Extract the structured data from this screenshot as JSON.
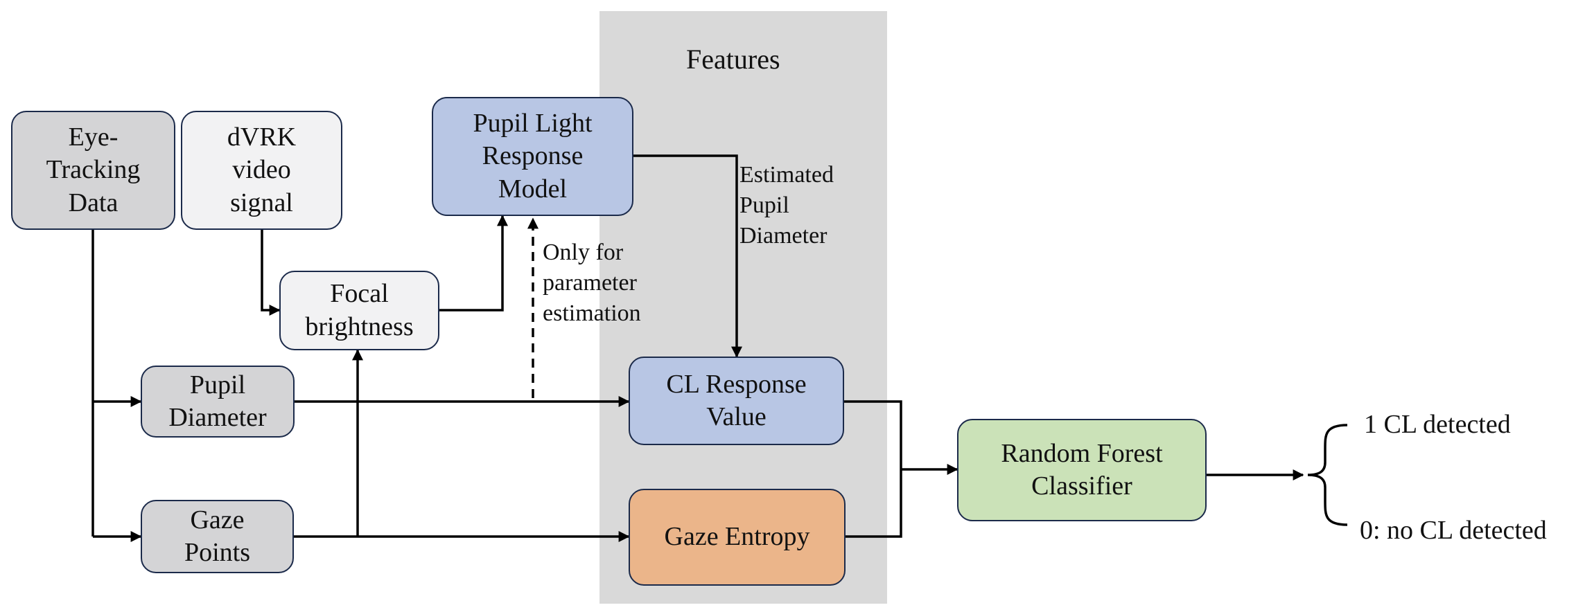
{
  "features_panel": {
    "title": "Features"
  },
  "nodes": {
    "eye_tracking": "Eye-\nTracking\nData",
    "dvrk_video": "dVRK\nvideo\nsignal",
    "pupil_light_model": "Pupil Light\nResponse\nModel",
    "focal_brightness": "Focal\nbrightness",
    "pupil_diameter": "Pupil\nDiameter",
    "gaze_points": "Gaze\nPoints",
    "cl_response": "CL Response\nValue",
    "gaze_entropy": "Gaze Entropy",
    "random_forest": "Random Forest\nClassifier"
  },
  "edge_labels": {
    "estimated_pupil": "Estimated\nPupil\nDiameter",
    "param_estimation": "Only for\nparameter\nestimation"
  },
  "outputs": {
    "positive": "1 CL detected",
    "negative": "0: no CL detected"
  },
  "colors": {
    "gray": "#d4d4d6",
    "light": "#f2f2f3",
    "blue": "#b8c6e4",
    "orange": "#ebb58a",
    "green": "#cbe2b8",
    "panel": "#d9d9d9"
  }
}
